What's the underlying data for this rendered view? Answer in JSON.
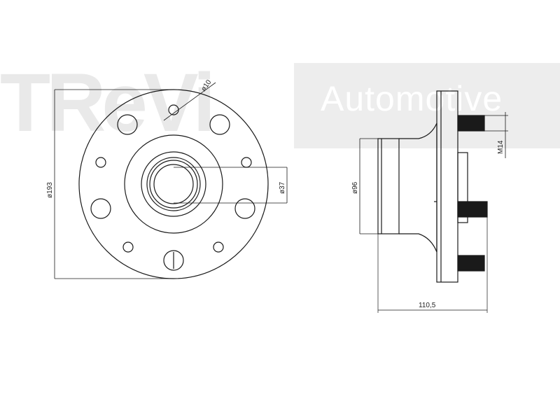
{
  "watermark": {
    "brand": "TReVi",
    "tagline": "Automotive"
  },
  "dimensions": {
    "bolt_hole": "ø10",
    "flange_diameter": "ø193",
    "bore_diameter": "ø37",
    "hub_diameter": "ø96",
    "stud_thread": "M14",
    "overall_length": "110,5"
  },
  "colors": {
    "line": "#1a1a1a",
    "watermark": "#e9e9e9"
  }
}
